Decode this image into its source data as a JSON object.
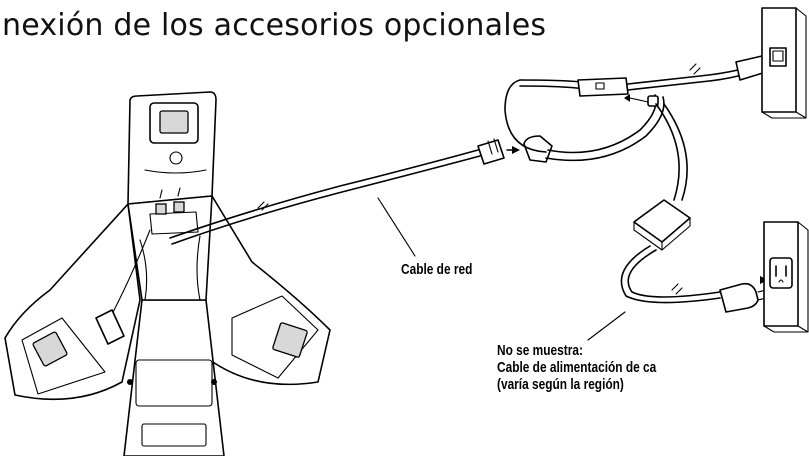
{
  "title": "nexión de los accesorios opcionales",
  "labels": {
    "network_cable": "Cable de red",
    "power_line1": "No se muestra:",
    "power_line2": "Cable de alimentación de ca",
    "power_line3": "(varía según la región)"
  }
}
